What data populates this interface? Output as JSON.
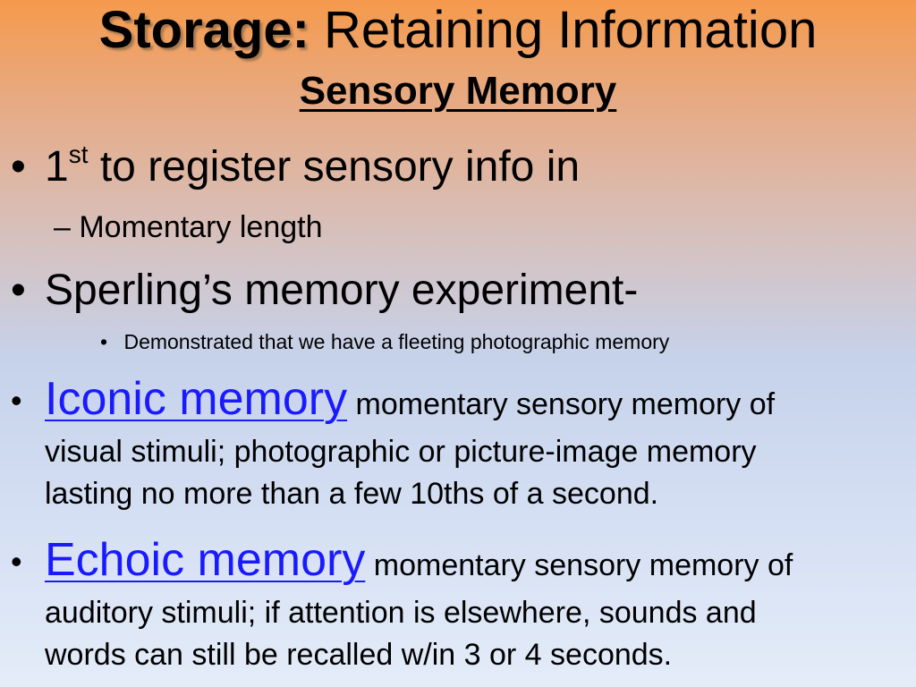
{
  "title": {
    "bold": "Storage:",
    "rest": " Retaining Information",
    "subtitle": "Sensory Memory"
  },
  "bullets": {
    "b1": {
      "symbol": "•",
      "prefix": "1",
      "sup": "st",
      "text": " to register sensory info in"
    },
    "b1_sub": {
      "text": "– Momentary length"
    },
    "b2": {
      "symbol": "•",
      "text": "Sperling’s memory experiment-"
    },
    "b2_sub": {
      "symbol": "•",
      "text": "Demonstrated that we have a fleeting photographic memory"
    },
    "b3": {
      "symbol": "•",
      "link": "Iconic memory",
      "line1": " momentary sensory memory of",
      "line2": "visual stimuli; photographic or picture-image memory",
      "line3": "lasting no more than a few 10ths of a second."
    },
    "b4": {
      "symbol": "•",
      "link": "Echoic memory",
      "line1": " momentary sensory memory of",
      "line2": "auditory stimuli; if attention is elsewhere, sounds and",
      "line3": "words can still be recalled w/in 3 or 4 seconds."
    }
  },
  "colors": {
    "link": "#1a1aff",
    "gradient_top": "#f59a4c",
    "gradient_bottom": "#e4ecf8"
  }
}
